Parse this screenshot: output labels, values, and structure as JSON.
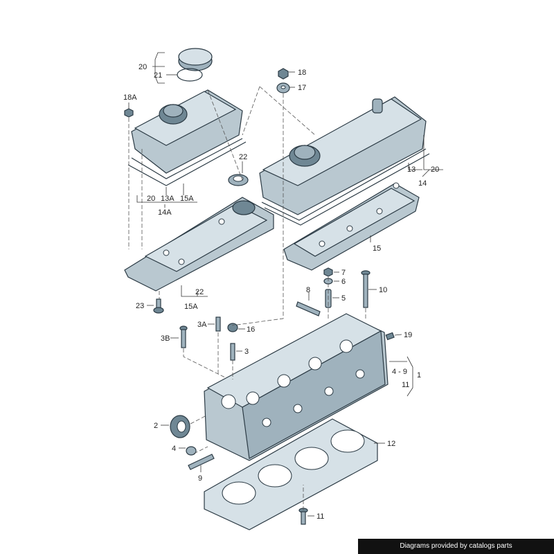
{
  "labels": {
    "l20a": "20",
    "l21": "21",
    "l18a": "18A",
    "l18": "18",
    "l17": "17",
    "l22a": "22",
    "l20b": "20",
    "l13a": "13A",
    "l15a": "15A",
    "l14a": "14A",
    "l13": "13",
    "l20c": "20",
    "l14": "14",
    "l15": "15",
    "l7": "7",
    "l6": "6",
    "l8": "8",
    "l5": "5",
    "l10": "10",
    "l22b": "22",
    "l15ab": "15A",
    "l23": "23",
    "l3a": "3A",
    "l16": "16",
    "l3b": "3B",
    "l3": "3",
    "l19": "19",
    "l49": "4 - 9",
    "l1": "1",
    "l11a": "11",
    "l2": "2",
    "l12": "12",
    "l4": "4",
    "l9": "9",
    "l11b": "11"
  },
  "credit": "Diagrams provided by catalogs parts"
}
